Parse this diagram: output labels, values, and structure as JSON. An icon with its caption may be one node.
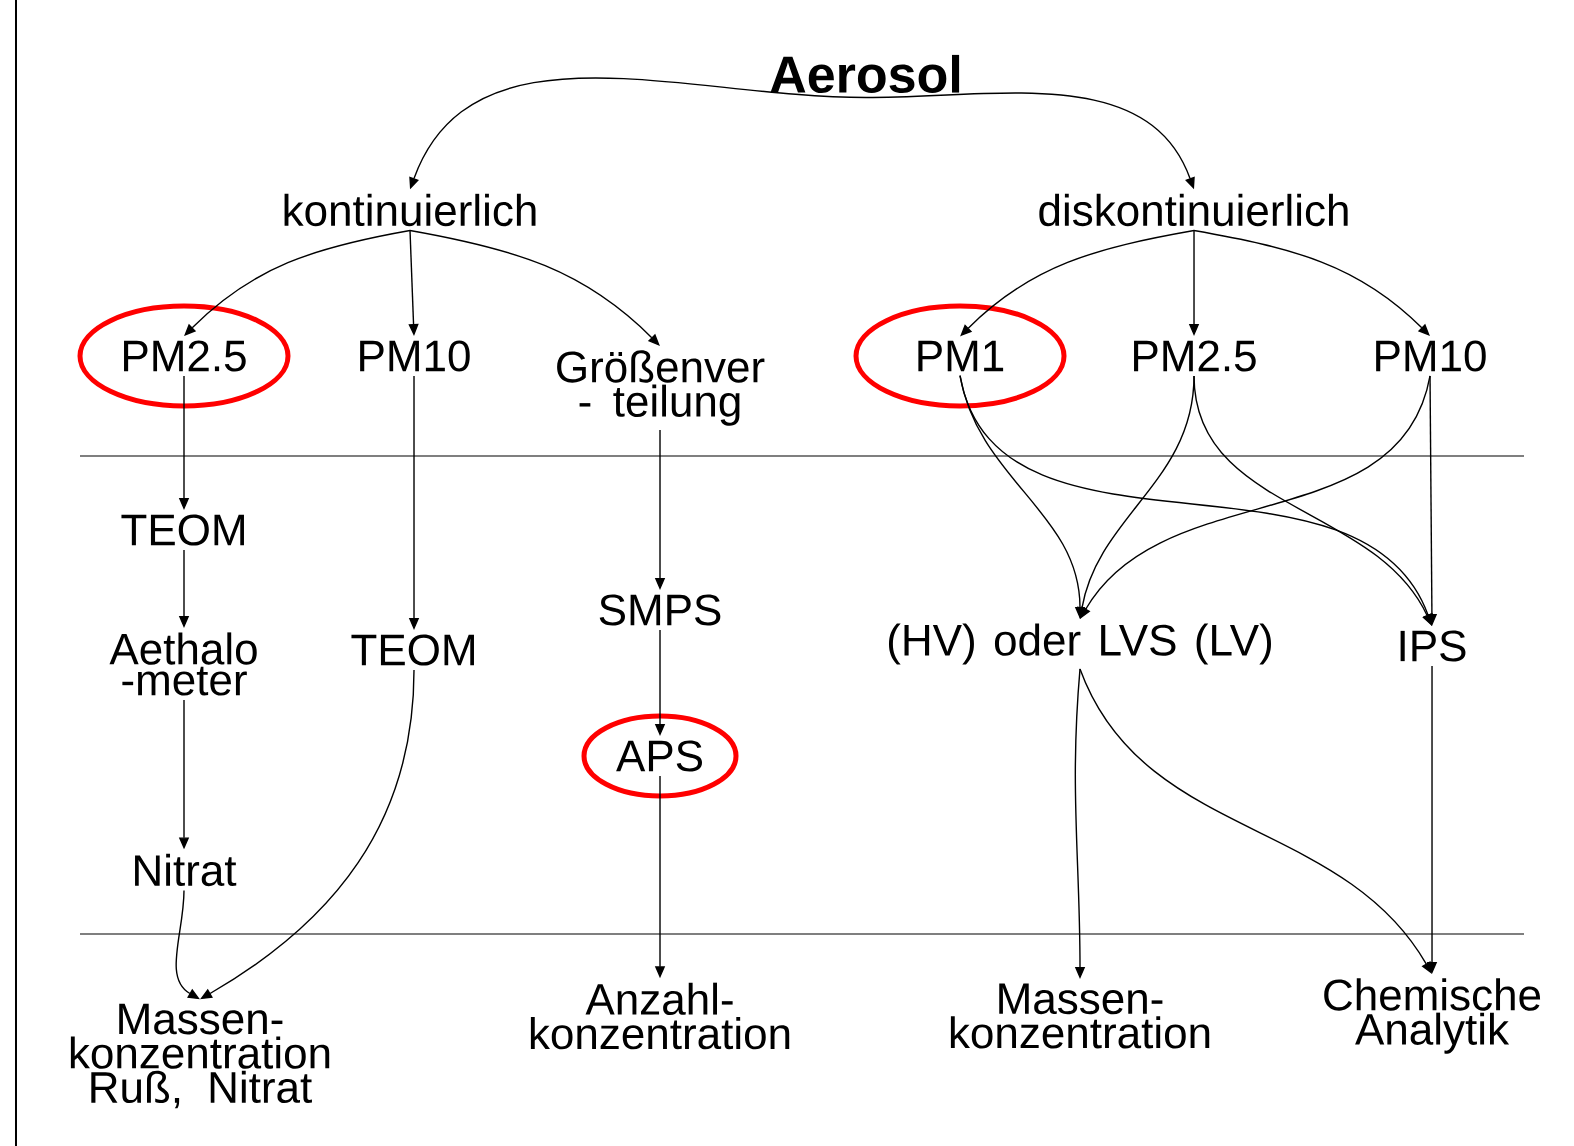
{
  "diagram": {
    "nodes": [
      {
        "text": [
          "Aerosol"
        ]
      },
      {
        "text": [
          "kontinuierlich"
        ]
      },
      {
        "text": [
          "diskontinuierlich"
        ]
      },
      {
        "text": [
          "PM2.5"
        ]
      },
      {
        "text": [
          "PM10"
        ]
      },
      {
        "text": [
          "Größenver - teilung"
        ]
      },
      {
        "text": [
          "PM1"
        ]
      },
      {
        "text": [
          "PM2.5"
        ]
      },
      {
        "text": [
          "PM10"
        ]
      },
      {
        "text": [
          "TEOM"
        ]
      },
      {
        "text": [
          "TEOM"
        ]
      },
      {
        "text": [
          "SMPS"
        ]
      },
      {
        "text": [
          "(HV) oder LVS (LV)"
        ]
      },
      {
        "text": [
          "IPS"
        ]
      },
      {
        "text": [
          "Aethalo -meter"
        ]
      },
      {
        "text": [
          "APS"
        ]
      },
      {
        "text": [
          "Nitrat"
        ]
      },
      {
        "text": [
          "Massen- konzentration Ruß, Nitrat"
        ]
      },
      {
        "text": [
          "Anzahl- konzentration"
        ]
      },
      {
        "text": [
          "Massen- konzentration"
        ]
      },
      {
        "text": [
          "Chemische Analytik"
        ]
      }
    ],
    "edges": [
      {
        "from": 0,
        "to": 1,
        "arrow": "to"
      },
      {
        "from": 0,
        "to": 2,
        "arrow": "to"
      },
      {
        "from": 1,
        "to": 3,
        "arrow": "to"
      },
      {
        "from": 1,
        "to": 4,
        "arrow": "to"
      },
      {
        "from": 1,
        "to": 5,
        "arrow": "to"
      },
      {
        "from": 2,
        "to": 6,
        "arrow": "to"
      },
      {
        "from": 2,
        "to": 7,
        "arrow": "to"
      },
      {
        "from": 2,
        "to": 8,
        "arrow": "to"
      },
      {
        "from": 3,
        "to": 9,
        "arrow": "to"
      },
      {
        "from": 9,
        "to": 14,
        "arrow": "to"
      },
      {
        "from": 14,
        "to": 16,
        "arrow": "to"
      },
      {
        "from": 16,
        "to": 17,
        "arrow": "to"
      },
      {
        "from": 4,
        "to": 10,
        "arrow": "to"
      },
      {
        "from": 10,
        "to": 17,
        "arrow": "to"
      },
      {
        "from": 5,
        "to": 11,
        "arrow": "to"
      },
      {
        "from": 11,
        "to": 15,
        "arrow": "to"
      },
      {
        "from": 15,
        "to": 18,
        "arrow": "to"
      },
      {
        "from": 6,
        "to": 12,
        "arrow": "to"
      },
      {
        "from": 6,
        "to": 13,
        "arrow": "to"
      },
      {
        "from": 7,
        "to": 12,
        "arrow": "to"
      },
      {
        "from": 7,
        "to": 13,
        "arrow": "to"
      },
      {
        "from": 8,
        "to": 12,
        "arrow": "to"
      },
      {
        "from": 8,
        "to": 13,
        "arrow": "to"
      },
      {
        "from": 12,
        "to": 19,
        "arrow": "to"
      },
      {
        "from": 12,
        "to": 20,
        "arrow": "to"
      },
      {
        "from": 13,
        "to": 20,
        "arrow": "to"
      }
    ]
  }
}
